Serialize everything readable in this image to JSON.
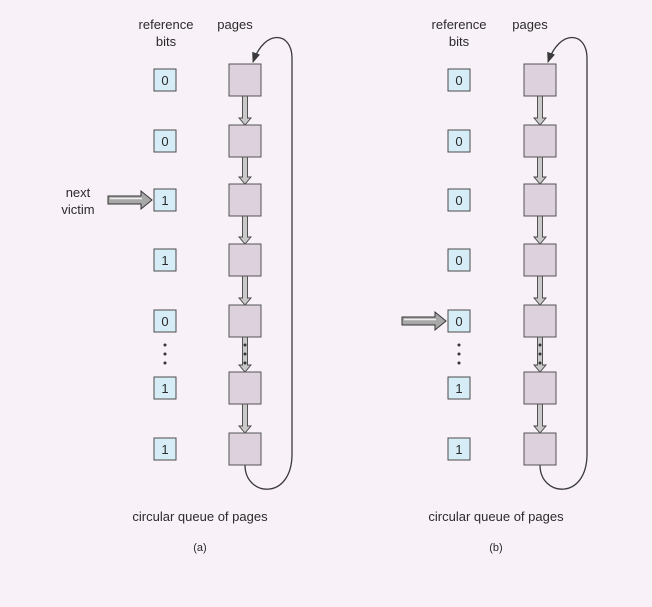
{
  "panels": [
    {
      "id": "a",
      "label": "(a)",
      "header_bits": [
        "reference",
        "bits"
      ],
      "header_pages": "pages",
      "caption": "circular queue of pages",
      "bits": [
        "0",
        "0",
        "1",
        "1",
        "0",
        "1",
        "1"
      ],
      "pointer_row": 2,
      "pointer_label": [
        "next",
        "victim"
      ]
    },
    {
      "id": "b",
      "label": "(b)",
      "header_bits": [
        "reference",
        "bits"
      ],
      "header_pages": "pages",
      "caption": "circular queue of pages",
      "bits": [
        "0",
        "0",
        "0",
        "0",
        "0",
        "1",
        "1"
      ],
      "pointer_row": 4,
      "pointer_label": []
    }
  ],
  "colors": {
    "background": "#f8f1f8",
    "bit_box": "#d6ecf6",
    "page_box": "#ddd1dd"
  }
}
